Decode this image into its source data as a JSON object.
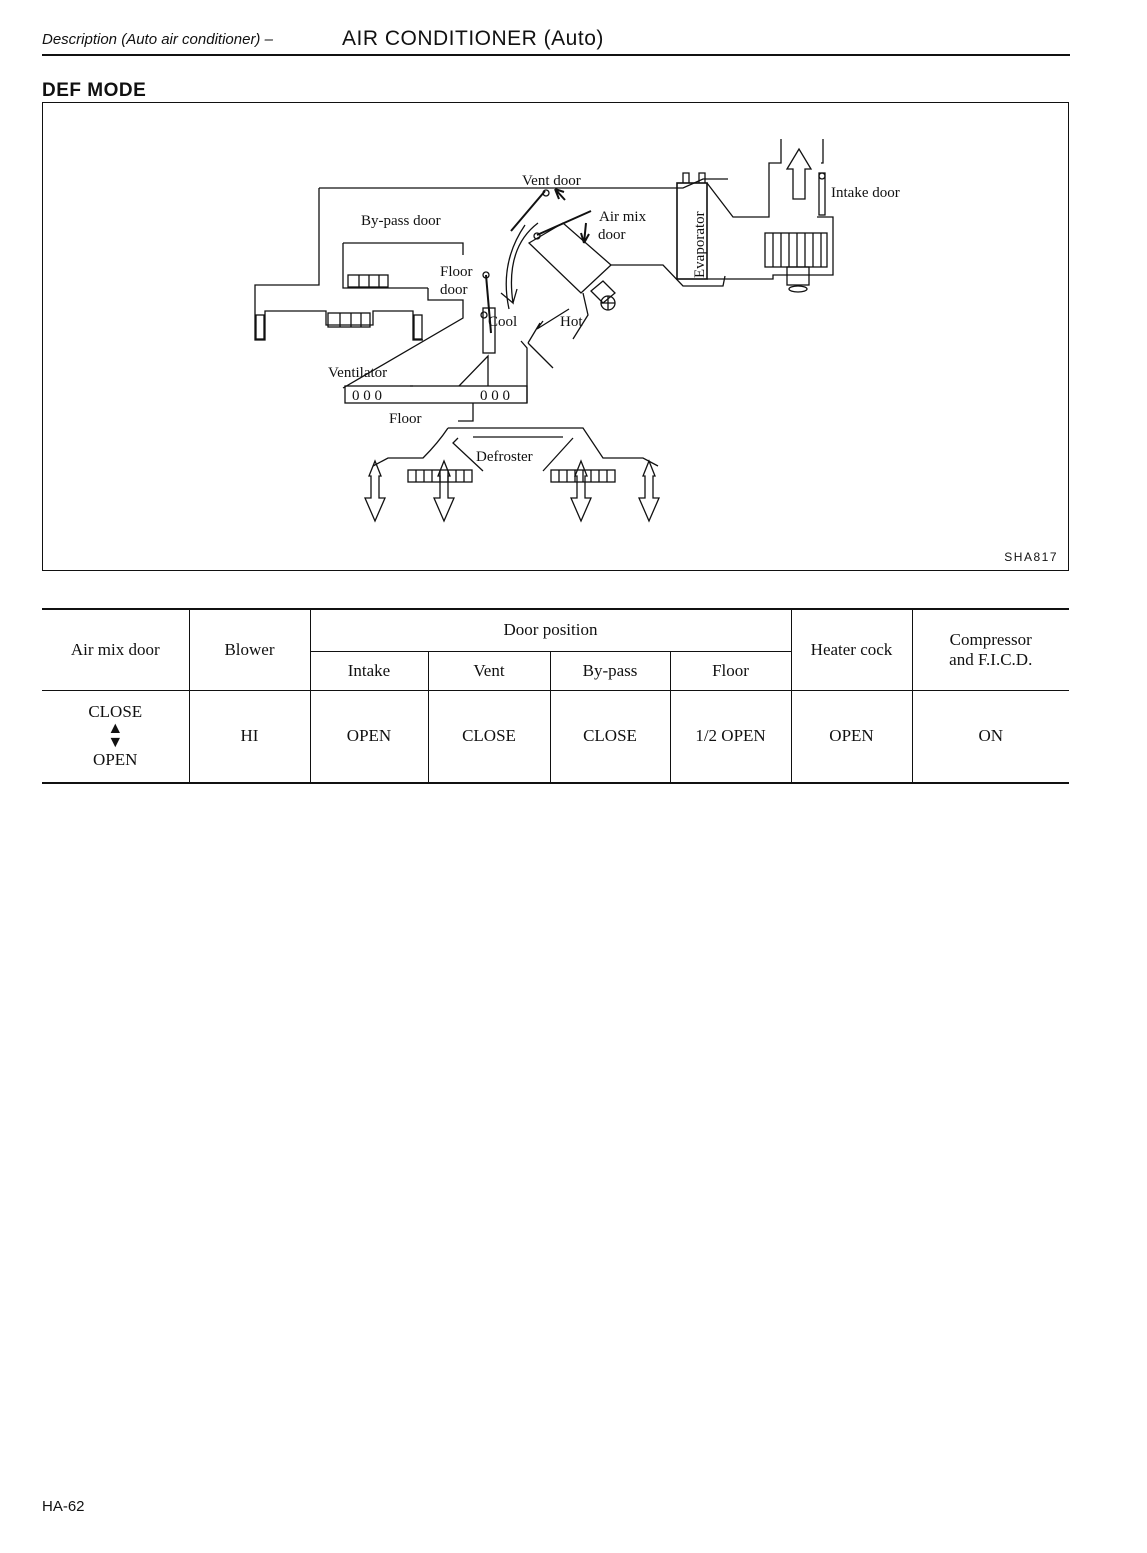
{
  "header": {
    "section": "Description (Auto air conditioner) –",
    "title": "AIR CONDITIONER (Auto)"
  },
  "mode_title": "DEF MODE",
  "figure": {
    "labels": {
      "vent_door": "Vent door",
      "intake_door": "Intake door",
      "bypass_door": "By-pass door",
      "air_mix_1": "Air mix",
      "air_mix_2": "door",
      "floor_door_1": "Floor",
      "floor_door_2": "door",
      "evaporator": "Evaporator",
      "cool": "Cool",
      "hot": "Hot",
      "ventilator": "Ventilator",
      "vent_grille_left": "0 0 0",
      "vent_grille_right": "0  0  0",
      "floor": "Floor",
      "defroster": "Defroster"
    },
    "figure_id": "SHA817"
  },
  "table": {
    "headers": {
      "air_mix_door": "Air mix door",
      "blower": "Blower",
      "door_position": "Door position",
      "intake": "Intake",
      "vent": "Vent",
      "bypass": "By-pass",
      "floor": "Floor",
      "heater_cock": "Heater cock",
      "compressor_1": "Compressor",
      "compressor_2": "and F.I.C.D."
    },
    "row": {
      "air_mix_top": "CLOSE",
      "air_mix_bottom": "OPEN",
      "blower": "HI",
      "intake": "OPEN",
      "vent": "CLOSE",
      "bypass": "CLOSE",
      "floor": "1/2 OPEN",
      "heater_cock": "OPEN",
      "compressor": "ON"
    }
  },
  "page_number": "HA-62"
}
